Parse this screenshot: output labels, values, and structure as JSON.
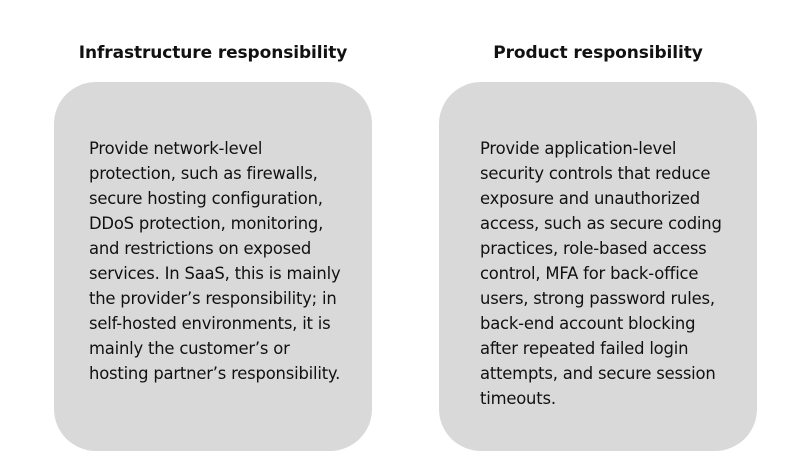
{
  "left": {
    "title": "Infrastructure responsibility",
    "lines": [
      "Provide network-level",
      "protection, such as firewalls,",
      "secure hosting configuration,",
      "DDoS protection, monitoring,",
      "and restrictions on exposed",
      "services. In SaaS, this is mainly",
      "the provider’s responsibility; in",
      "self-hosted environments, it is",
      "mainly the customer’s or",
      "hosting partner’s responsibility."
    ]
  },
  "right": {
    "title": "Product responsibility",
    "lines": [
      "Provide application-level",
      "security controls that reduce",
      "exposure and unauthorized",
      "access, such as secure coding",
      "practices, role-based access",
      "control, MFA for back-office",
      "users, strong password rules,",
      "back-end account blocking",
      "after repeated failed login",
      "attempts, and secure session",
      "timeouts."
    ]
  },
  "colors": {
    "card_background": "#d9d9d9",
    "text": "#111111",
    "page_background": "#ffffff"
  }
}
